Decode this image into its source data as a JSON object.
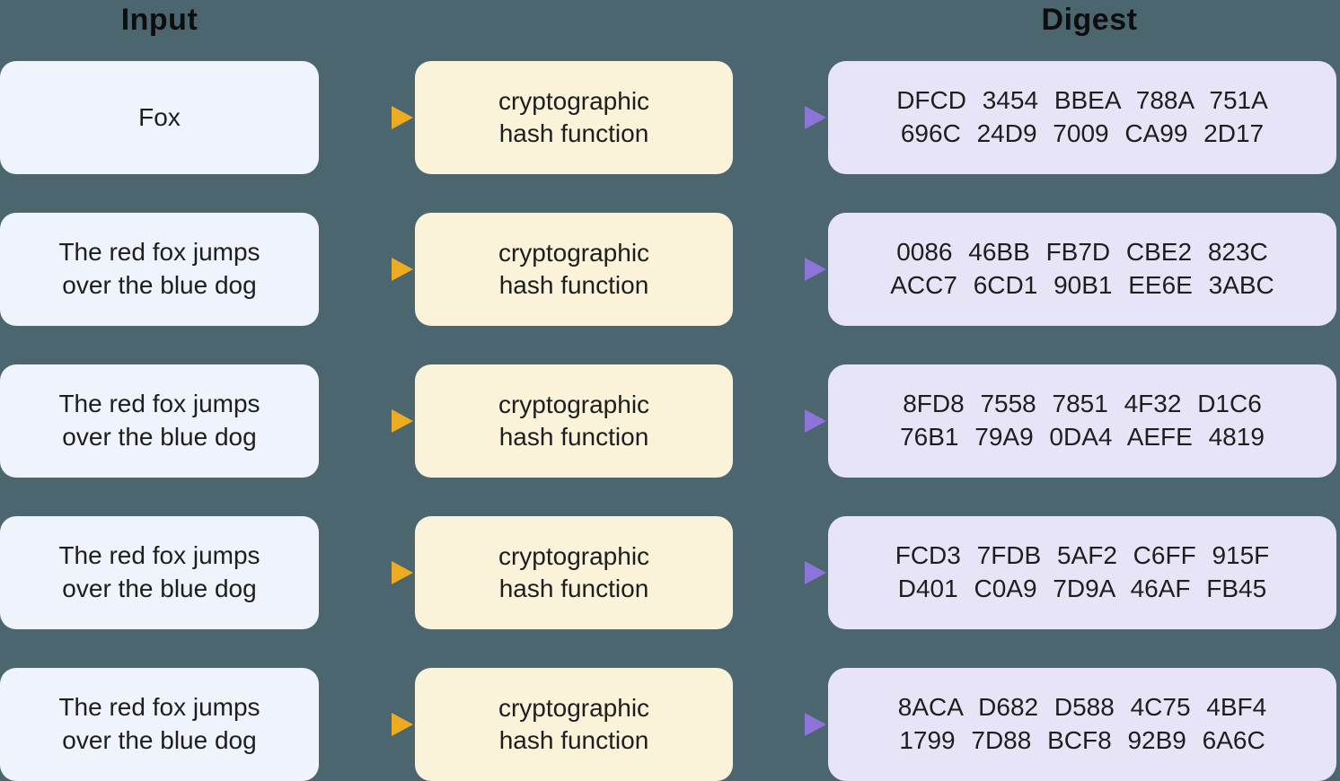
{
  "headers": {
    "input": "Input",
    "digest": "Digest"
  },
  "colors": {
    "background": "#4C6670",
    "input_box": "#EFF3FB",
    "hash_box": "#FBF2DA",
    "digest_box": "#E8E4F8",
    "arrow_blue": "#8FB2C7",
    "arrow_tan": "#AEA28D",
    "arrow_gold": "#E9A72B",
    "arrow_gray": "#A8A096",
    "arrow_purple": "#8C74D9",
    "text": "#1E1E1E"
  },
  "rows": [
    {
      "input": "Fox",
      "hash_line1": "cryptographic",
      "hash_line2": "hash function",
      "digest_line1": "DFCD 3454 BBEA 788A 751A",
      "digest_line2": "696C 24D9 7009 CA99 2D17"
    },
    {
      "input": "The red fox jumps over the blue dog",
      "hash_line1": "cryptographic",
      "hash_line2": "hash function",
      "digest_line1": "0086 46BB FB7D CBE2 823C",
      "digest_line2": "ACC7 6CD1 90B1 EE6E 3ABC"
    },
    {
      "input": "The red fox jumps over the blue dog",
      "hash_line1": "cryptographic",
      "hash_line2": "hash function",
      "digest_line1": "8FD8 7558 7851 4F32 D1C6",
      "digest_line2": "76B1 79A9 0DA4 AEFE 4819"
    },
    {
      "input": "The red fox jumps over the blue dog",
      "hash_line1": "cryptographic",
      "hash_line2": "hash function",
      "digest_line1": "FCD3 7FDB 5AF2 C6FF 915F",
      "digest_line2": "D401 C0A9 7D9A 46AF FB45"
    },
    {
      "input": "The red fox jumps over the blue dog",
      "hash_line1": "cryptographic",
      "hash_line2": "hash function",
      "digest_line1": "8ACA D682 D588 4C75 4BF4",
      "digest_line2": "1799 7D88 BCF8 92B9 6A6C"
    }
  ]
}
